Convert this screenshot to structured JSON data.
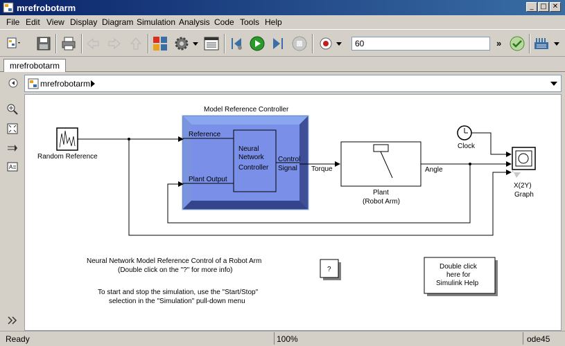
{
  "window": {
    "title": "mrefrobotarm",
    "min": "_",
    "max": "□",
    "close": "✕"
  },
  "menu": [
    "File",
    "Edit",
    "View",
    "Display",
    "Diagram",
    "Simulation",
    "Analysis",
    "Code",
    "Tools",
    "Help"
  ],
  "toolbar": {
    "stop_time": "60",
    "more": "»"
  },
  "tabs": [
    {
      "label": "mrefrobotarm"
    }
  ],
  "address": {
    "path": "mrefrobotarm"
  },
  "diagram": {
    "random_reference": "Random Reference",
    "model_reference_controller": "Model Reference Controller",
    "port_reference": "Reference",
    "port_plant_output": "Plant Output",
    "neural_line1": "Neural",
    "neural_line2": "Network",
    "neural_line3": "Controller",
    "control_line1": "Control",
    "control_line2": "Signal",
    "torque": "Torque",
    "plant_line1": "Plant",
    "plant_line2": "(Robot Arm)",
    "angle": "Angle",
    "clock": "Clock",
    "graph_line1": "X(2Y)",
    "graph_line2": "Graph",
    "note1_line1": "Neural Network Model Reference Control of a Robot Arm",
    "note1_line2": "(Double click on the \"?\" for more info)",
    "note2_line1": "To start and stop the simulation, use the \"Start/Stop\"",
    "note2_line2": "selection in the \"Simulation\" pull-down menu",
    "help_q": "?",
    "help_line1": "Double click",
    "help_line2": "here for",
    "help_line3": "Simulink Help"
  },
  "status": {
    "left": "Ready",
    "zoom": "100%",
    "solver": "ode45"
  }
}
